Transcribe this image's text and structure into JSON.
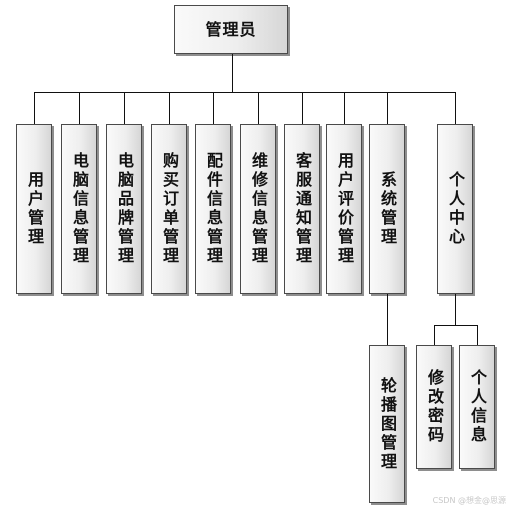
{
  "root": {
    "label": "管理员"
  },
  "modules": [
    {
      "id": "user-mgmt",
      "label": "用户管理"
    },
    {
      "id": "computer-info-mgmt",
      "label": "电脑信息管理"
    },
    {
      "id": "computer-brand-mgmt",
      "label": "电脑品牌管理"
    },
    {
      "id": "purchase-order-mgmt",
      "label": "购买订单管理"
    },
    {
      "id": "parts-info-mgmt",
      "label": "配件信息管理"
    },
    {
      "id": "repair-info-mgmt",
      "label": "维修信息管理"
    },
    {
      "id": "customer-notice-mgmt",
      "label": "客服通知管理"
    },
    {
      "id": "user-review-mgmt",
      "label": "用户评价管理"
    },
    {
      "id": "system-mgmt",
      "label": "系统管理",
      "children": [
        {
          "id": "carousel-mgmt",
          "label": "轮播图管理"
        }
      ]
    },
    {
      "id": "personal-center",
      "label": "个人中心",
      "children": [
        {
          "id": "change-password",
          "label": "修改密码"
        },
        {
          "id": "personal-info",
          "label": "个人信息"
        }
      ]
    }
  ],
  "watermark": "CSDN @想金@思源"
}
